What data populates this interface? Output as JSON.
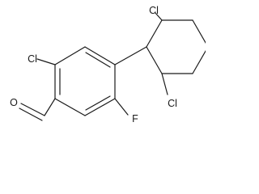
{
  "molecule": {
    "atoms": {
      "cl_top_left": "Cl",
      "cl_top_right": "Cl",
      "cl_bottom_right": "Cl",
      "fluorine": "F",
      "aldehyde_oxygen": "O"
    }
  },
  "colors": {
    "bond": "#1a1a1a",
    "background": "#ffffff"
  }
}
